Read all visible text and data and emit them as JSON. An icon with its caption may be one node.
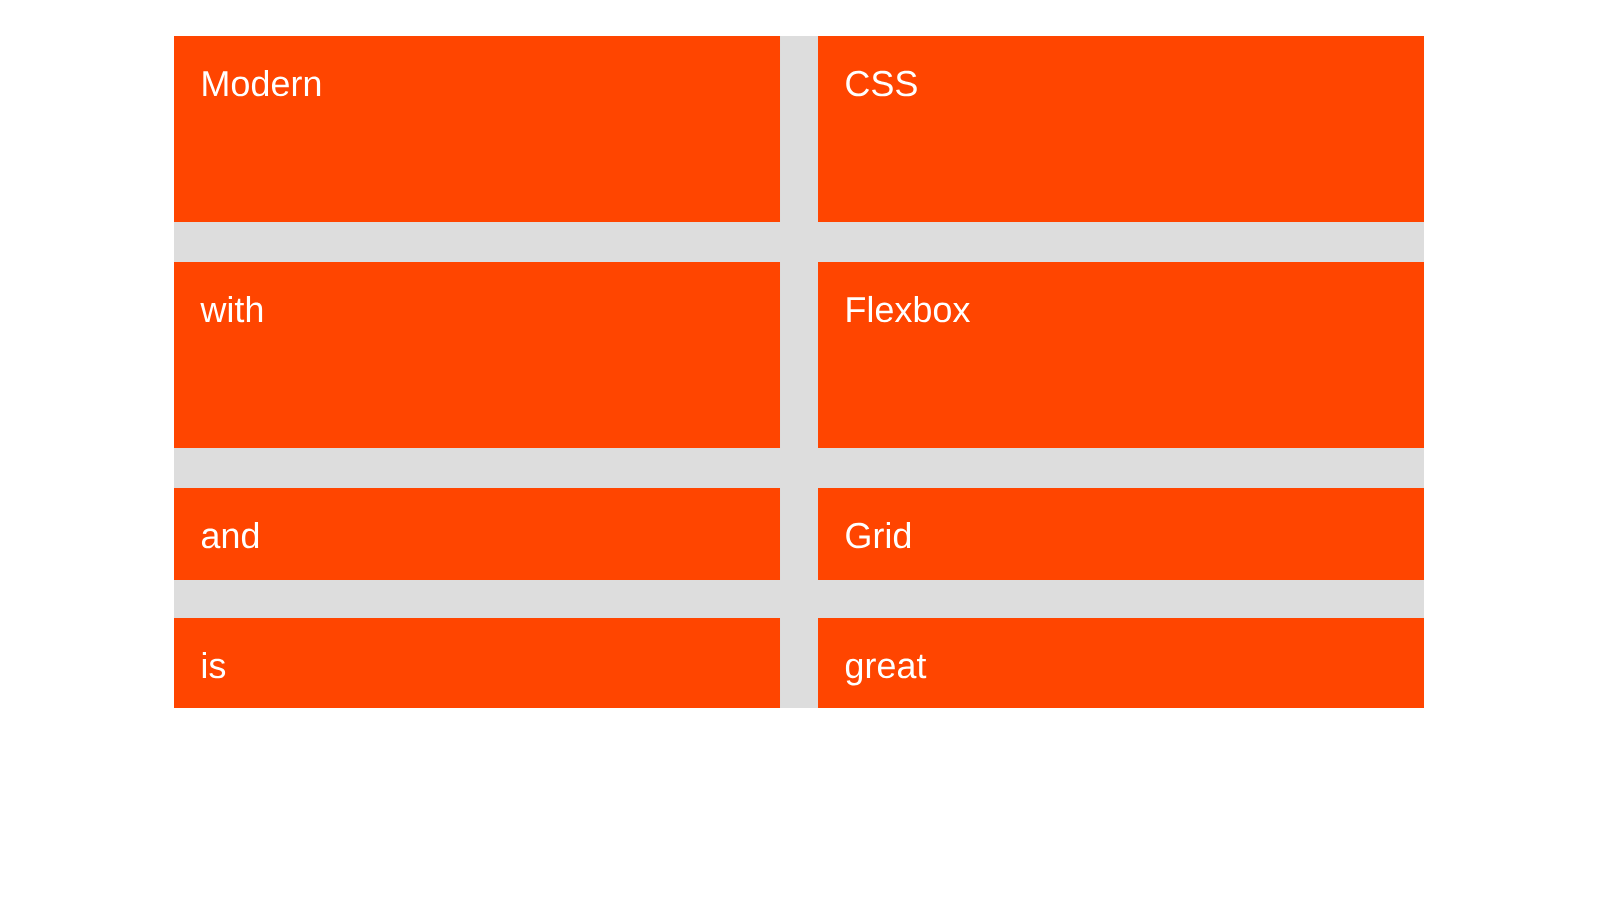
{
  "diagram": {
    "nodes": [
      {
        "text": [],
        "shape": "box"
      },
      {
        "text": [
          "Modern"
        ],
        "in": 0
      },
      {
        "text": [
          "CSS"
        ],
        "in": 0
      },
      {
        "text": [
          "with"
        ],
        "in": 0
      },
      {
        "text": [
          "Flexbox"
        ],
        "in": 0
      },
      {
        "text": [
          "and"
        ],
        "in": 0
      },
      {
        "text": [
          "Grid"
        ],
        "in": 0
      },
      {
        "text": [
          "is"
        ],
        "in": 0
      },
      {
        "text": [
          "great"
        ],
        "in": 0
      }
    ]
  }
}
